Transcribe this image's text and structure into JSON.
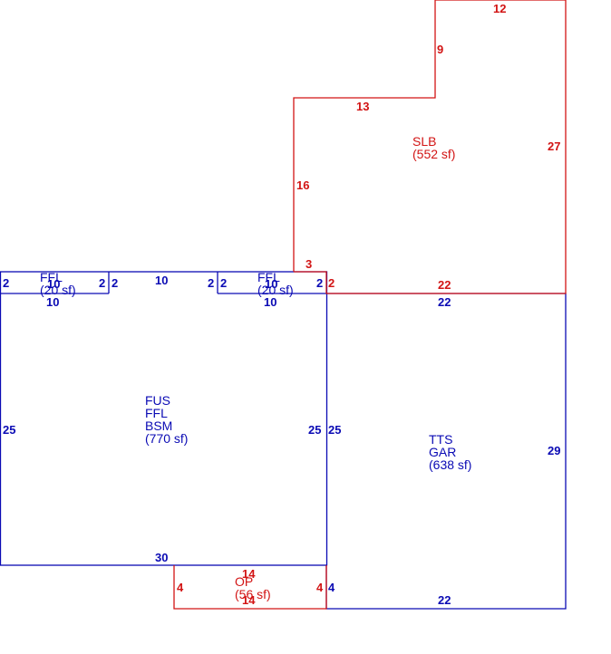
{
  "colors": {
    "blue": "#0a0ab4",
    "red": "#d21414"
  },
  "areas": {
    "main": {
      "lines": [
        "FUS",
        "FFL",
        "BSM"
      ],
      "area": "(770 sf)"
    },
    "garage": {
      "lines": [
        "TTS",
        "GAR"
      ],
      "area": "(638 sf)"
    },
    "slab": {
      "lines": [
        "SLB"
      ],
      "area": "(552 sf)"
    },
    "ffl_left": {
      "lines": [
        "FFL"
      ],
      "area": "(20 sf)"
    },
    "ffl_right": {
      "lines": [
        "FFL"
      ],
      "area": "(20 sf)"
    },
    "porch": {
      "lines": [
        "OP"
      ],
      "area": "(56 sf)"
    }
  },
  "dimensions": {
    "main_left": "25",
    "main_right": "25",
    "main_bottom": "30",
    "main_top_mid": "10",
    "ffl_left_left": "2",
    "ffl_left_right": "2",
    "ffl_left_top": "10",
    "ffl_left_bottom": "10",
    "gap_left": "2",
    "gap_right": "2",
    "ffl_right_top": "10",
    "ffl_right_bottom": "10",
    "ffl_right_right": "2",
    "garage_left": "25",
    "garage_right": "29",
    "garage_top": "22",
    "garage_bottom": "22",
    "garage_bottom_left": "4",
    "slab_top": "12",
    "slab_step_vertical": "9",
    "slab_step_horizontal": "13",
    "slab_left": "16",
    "slab_right": "27",
    "slab_bottom": "22",
    "slab_corner_horizontal": "3",
    "slab_corner_vertical": "2",
    "porch_top": "14",
    "porch_bottom": "14",
    "porch_left": "4",
    "porch_right": "4"
  }
}
